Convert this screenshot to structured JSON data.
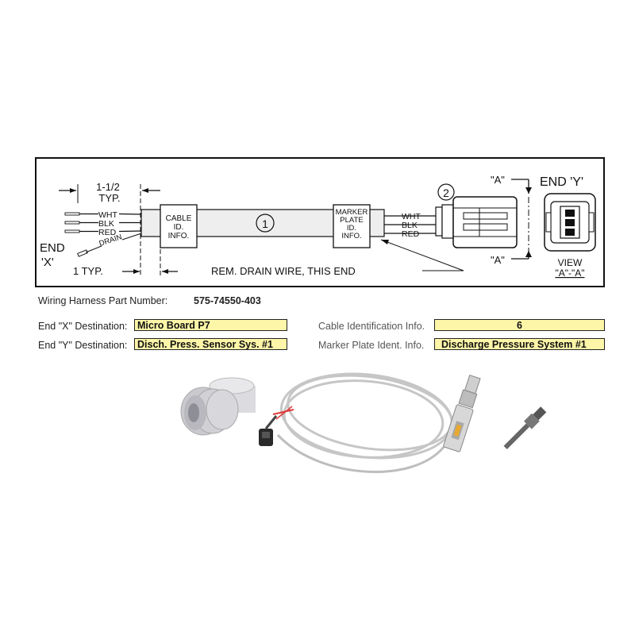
{
  "drawing": {
    "dim_top": [
      "1-1/2",
      "TYP."
    ],
    "wires_x": [
      "WHT",
      "BLK",
      "RED"
    ],
    "drain": "DRAIN",
    "end_x": [
      "END",
      "'X'"
    ],
    "dim_bottom": "1 TYP.",
    "cable_label": [
      "CABLE",
      "ID.",
      "INFO."
    ],
    "callout_1": "1",
    "marker_label": [
      "MARKER",
      "PLATE",
      "ID.",
      "INFO."
    ],
    "wires_y": [
      "WHT",
      "BLK",
      "RED"
    ],
    "callout_2": "2",
    "view_a_top": "\"A\"",
    "view_a_bottom": "\"A\"",
    "end_y": "END 'Y'",
    "view_label": [
      "VIEW",
      "\"A\"-\"A\""
    ],
    "rem_note": "REM. DRAIN WIRE, THIS END"
  },
  "form": {
    "part_number_label": "Wiring Harness Part Number:",
    "part_number_value": "575-74550-403",
    "end_x_label": "End \"X\" Destination:",
    "end_x_value": "Micro Board P7",
    "end_y_label": "End \"Y\" Destination:",
    "end_y_value": "Disch. Press. Sensor Sys. #1",
    "cable_id_label": "Cable Identification Info.",
    "cable_id_value": "6",
    "marker_label": "Marker Plate Ident. Info.",
    "marker_value": "Discharge Pressure System #1"
  },
  "colors": {
    "field_bg": "#fdf6a8",
    "cable": "#eeeeee",
    "ink": "#111111"
  }
}
